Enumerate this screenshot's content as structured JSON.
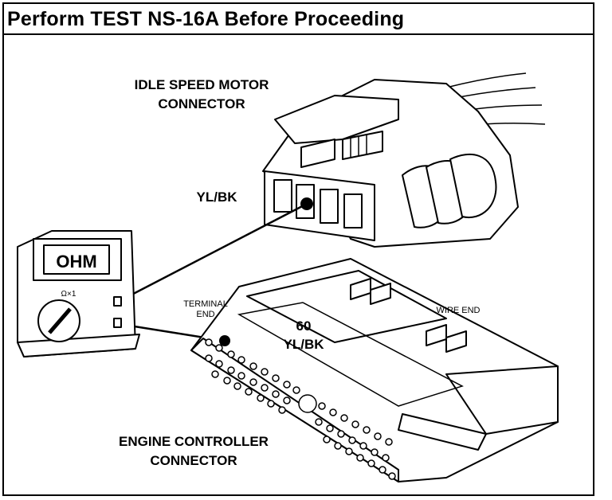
{
  "title": "Perform TEST NS-16A Before Proceeding",
  "labels": {
    "idle_speed_motor_line1": "IDLE SPEED MOTOR",
    "idle_speed_motor_line2": "CONNECTOR",
    "wire_color_top": "YL/BK",
    "meter_display": "OHM",
    "meter_range": "Ω×1",
    "terminal_end_line1": "TERMINAL",
    "terminal_end_line2": "END",
    "wire_end": "WIRE END",
    "pin_number": "60",
    "wire_color_bottom": "YL/BK",
    "engine_controller_line1": "ENGINE CONTROLLER",
    "engine_controller_line2": "CONNECTOR"
  }
}
